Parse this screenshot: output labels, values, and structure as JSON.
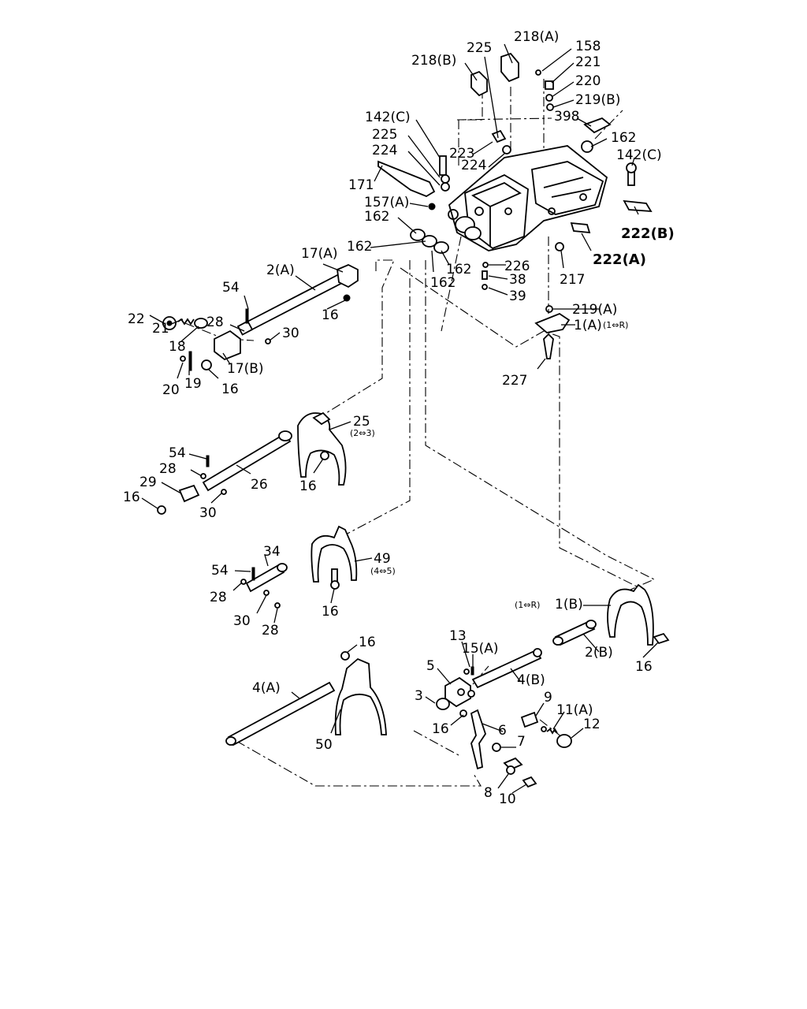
{
  "diagram": {
    "labels": {
      "l225a": "225",
      "l218a": "218(A)",
      "l158": "158",
      "l218b": "218(B)",
      "l221": "221",
      "l220": "220",
      "l219b": "219(B)",
      "l398": "398",
      "l142c_left": "142(C)",
      "l162_top": "162",
      "l225b": "225",
      "l142c_right": "142(C)",
      "l224a": "224",
      "l223": "223",
      "l224b": "224",
      "l171": "171",
      "l157a": "157(A)",
      "l222b": "222(B)",
      "l162_a": "162",
      "l162_b": "162",
      "l222a": "222(A)",
      "l162_c": "162",
      "l226": "226",
      "l17a": "17(A)",
      "l2a": "2(A)",
      "l38": "38",
      "l162_d": "162",
      "l217": "217",
      "l39": "39",
      "l54_top": "54",
      "l28_top": "28",
      "l22": "22",
      "l21": "21",
      "l16_a": "16",
      "l219a": "219(A)",
      "l1a": "1(A)",
      "l1a_range": "(1⇔R)",
      "l30_top": "30",
      "l18": "18",
      "l17b": "17(B)",
      "l20": "20",
      "l19": "19",
      "l16_b": "16",
      "l227": "227",
      "l25": "25",
      "l25_range": "(2⇔3)",
      "l54_mid": "54",
      "l28_mid": "28",
      "l26": "26",
      "l29": "29",
      "l16_c": "16",
      "l16_d": "16",
      "l30_mid": "30",
      "l34": "34",
      "l49": "49",
      "l49_range": "(4⇔5)",
      "l54_low": "54",
      "l28_low": "28",
      "l16_e": "16",
      "l1b_range": "(1⇔R)",
      "l1b": "1(B)",
      "l30_low": "30",
      "l28_low2": "28",
      "l2b": "2(B)",
      "l16_f": "16",
      "l16_g": "16",
      "l13": "13",
      "l15a": "15(A)",
      "l5": "5",
      "l4a": "4(A)",
      "l4b": "4(B)",
      "l9": "9",
      "l3": "3",
      "l11a": "11(A)",
      "l12": "12",
      "l16_h": "16",
      "l6": "6",
      "l50": "50",
      "l7": "7",
      "l8": "8",
      "l10": "10"
    }
  }
}
